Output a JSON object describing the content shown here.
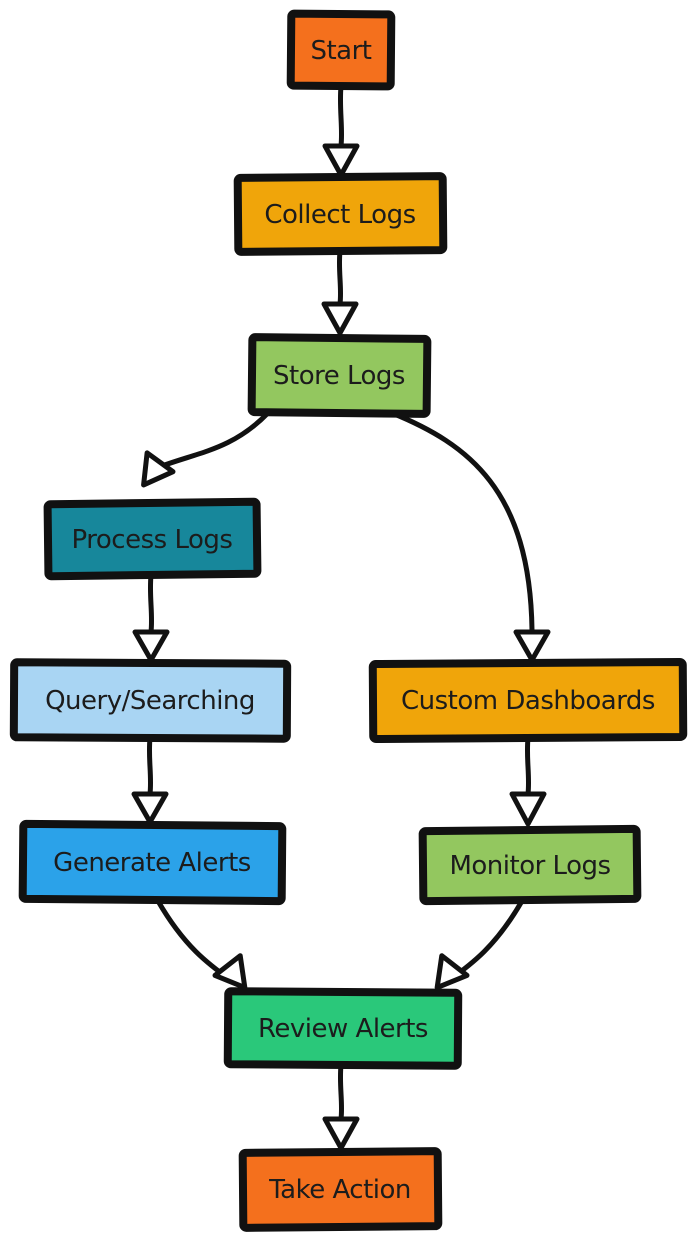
{
  "diagram": {
    "type": "flowchart",
    "style": "hand-drawn",
    "background": "#ffffff",
    "ink_color": "#111111",
    "text_color": "#1c1c1c",
    "arrowhead_fill": "#ffffff",
    "nodes": [
      {
        "id": "start",
        "label": "Start",
        "color": "#f4701d"
      },
      {
        "id": "collect-logs",
        "label": "Collect Logs",
        "color": "#f0a50a"
      },
      {
        "id": "store-logs",
        "label": "Store Logs",
        "color": "#93c75f"
      },
      {
        "id": "process-logs",
        "label": "Process Logs",
        "color": "#17879b"
      },
      {
        "id": "query-searching",
        "label": "Query/Searching",
        "color": "#a9d5f3"
      },
      {
        "id": "custom-dashboards",
        "label": "Custom Dashboards",
        "color": "#f0a50a"
      },
      {
        "id": "generate-alerts",
        "label": "Generate Alerts",
        "color": "#2ba2e9"
      },
      {
        "id": "monitor-logs",
        "label": "Monitor Logs",
        "color": "#93c75f"
      },
      {
        "id": "review-alerts",
        "label": "Review Alerts",
        "color": "#2ac87a"
      },
      {
        "id": "take-action",
        "label": "Take Action",
        "color": "#f4701d"
      }
    ],
    "edges": [
      {
        "from": "start",
        "to": "collect-logs"
      },
      {
        "from": "collect-logs",
        "to": "store-logs"
      },
      {
        "from": "store-logs",
        "to": "process-logs"
      },
      {
        "from": "store-logs",
        "to": "custom-dashboards"
      },
      {
        "from": "process-logs",
        "to": "query-searching"
      },
      {
        "from": "query-searching",
        "to": "generate-alerts"
      },
      {
        "from": "custom-dashboards",
        "to": "monitor-logs"
      },
      {
        "from": "generate-alerts",
        "to": "review-alerts"
      },
      {
        "from": "monitor-logs",
        "to": "review-alerts"
      },
      {
        "from": "review-alerts",
        "to": "take-action"
      }
    ]
  }
}
